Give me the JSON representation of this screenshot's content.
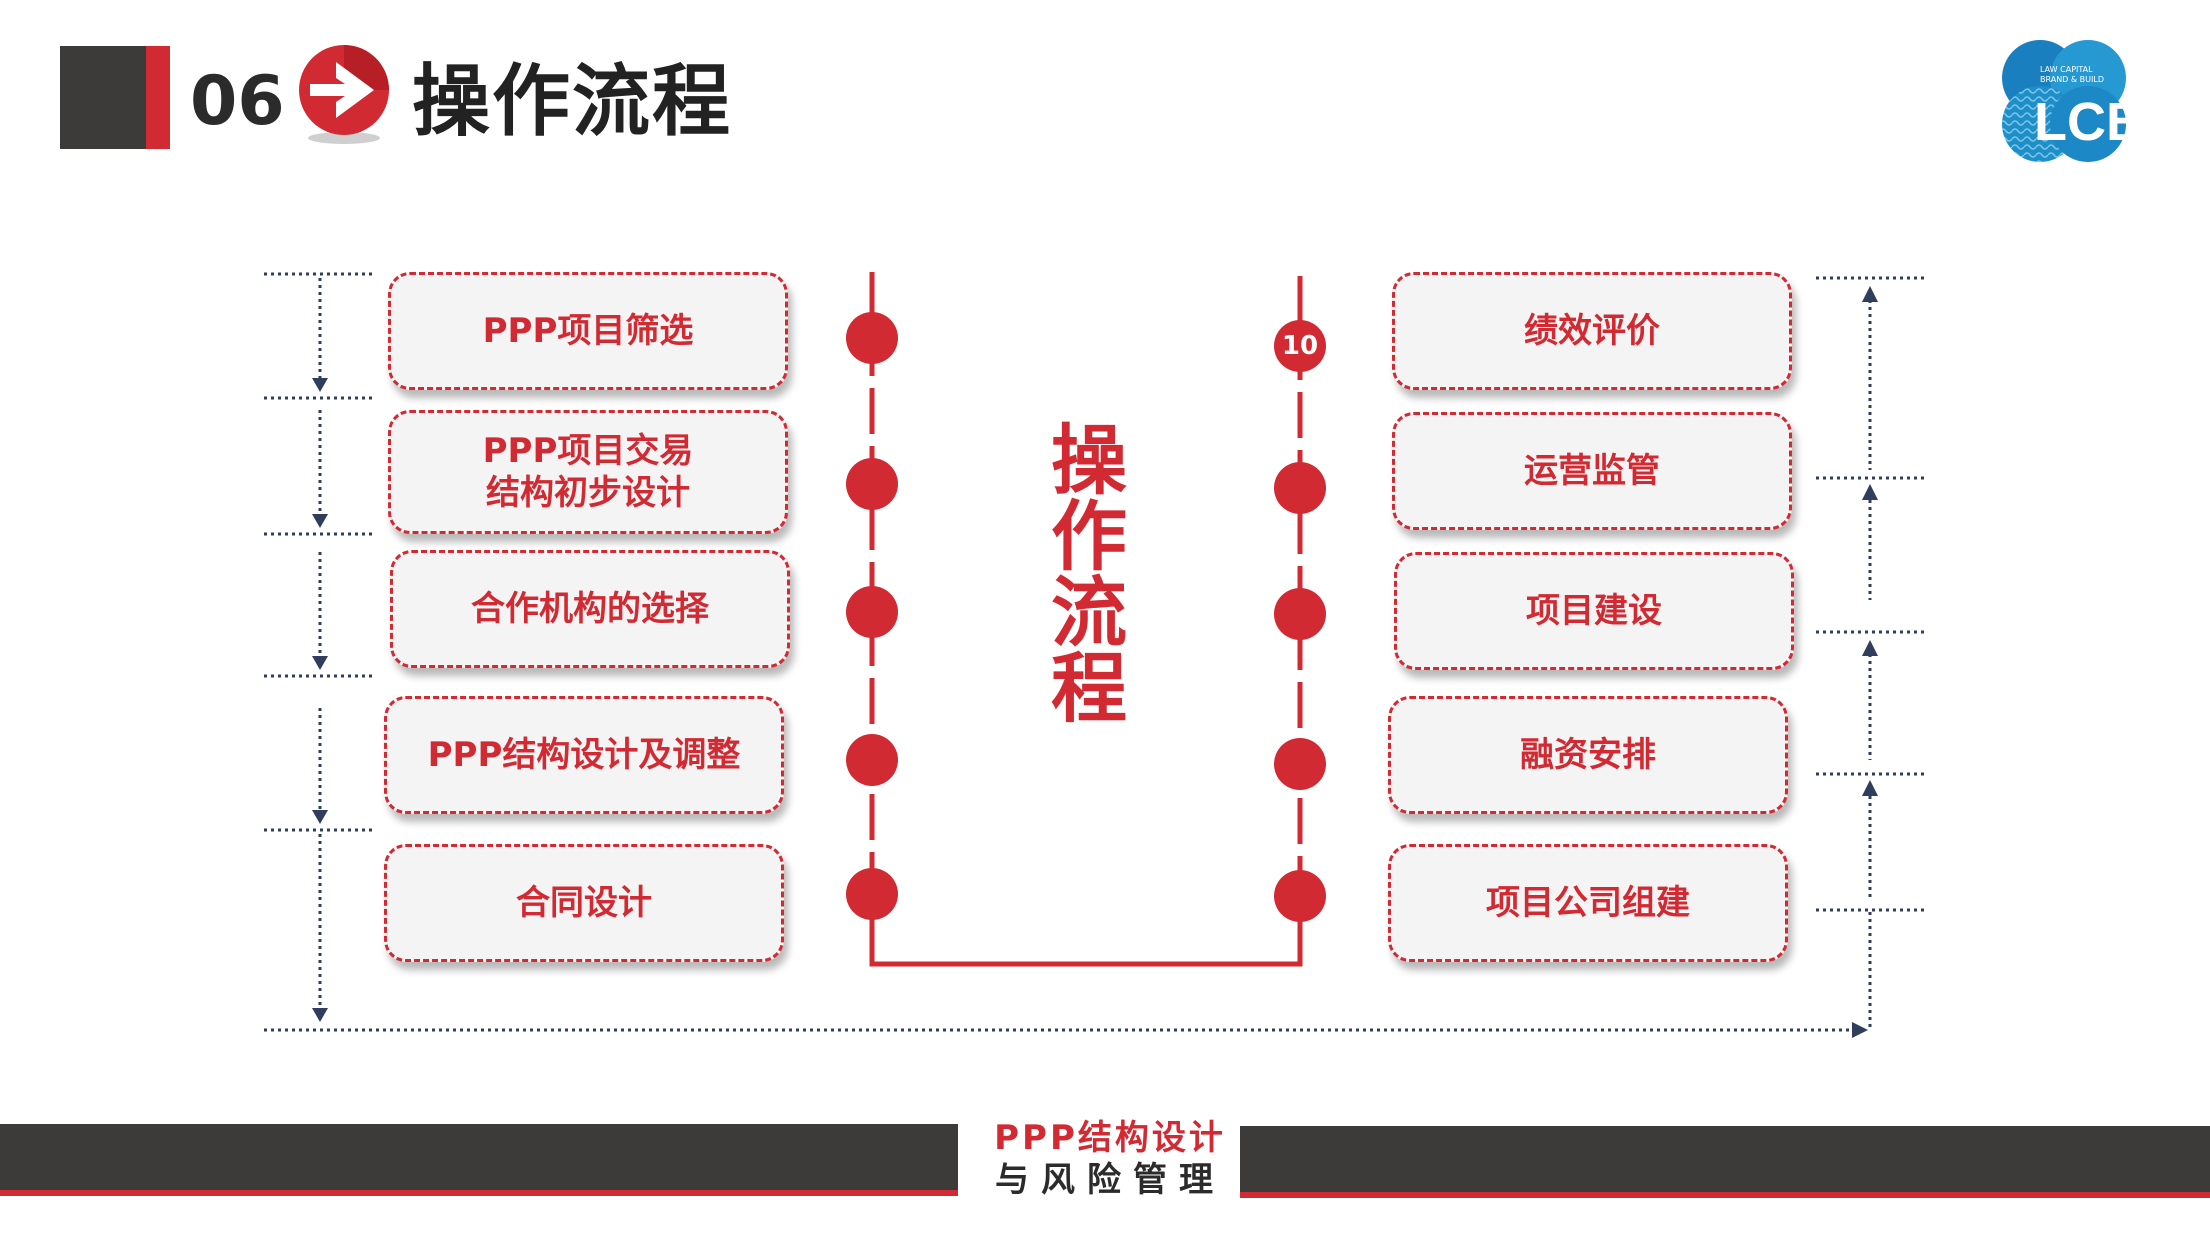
{
  "header": {
    "section_number": "06",
    "title": "操作流程"
  },
  "logo": {
    "text": "LCB",
    "tagline_line1": "LAW CAPITAL",
    "tagline_line2": "BRAND & BUILD"
  },
  "diagram": {
    "center_title": "操作流程",
    "badge": "10",
    "left_steps": [
      {
        "label": "PPP项目筛选"
      },
      {
        "label": "PPP项目交易\n结构初步设计"
      },
      {
        "label": "合作机构的选择"
      },
      {
        "label": "PPP结构设计及调整"
      },
      {
        "label": "合同设计"
      }
    ],
    "right_steps": [
      {
        "label": "绩效评价"
      },
      {
        "label": "运营监管"
      },
      {
        "label": "项目建设"
      },
      {
        "label": "融资安排"
      },
      {
        "label": "项目公司组建"
      }
    ]
  },
  "footer": {
    "line1": "PPP结构设计",
    "line2": "与风险管理"
  },
  "colors": {
    "accent": "#d22a32",
    "dark": "#3d3a3a",
    "arrow_line": "#2f3e5c",
    "box_fill": "#f4f4f5"
  }
}
